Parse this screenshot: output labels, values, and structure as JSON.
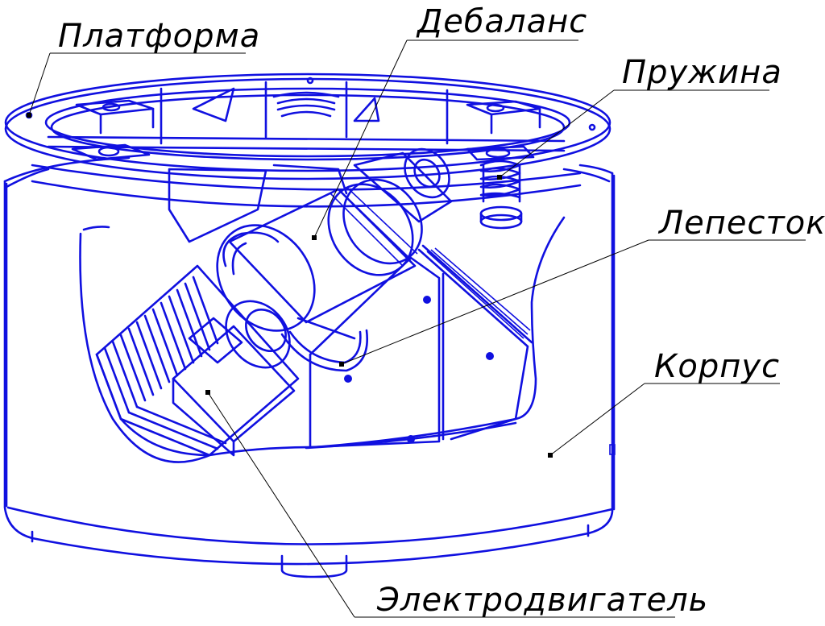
{
  "labels": {
    "platform": "Платформа",
    "unbalance": "Дебаланс",
    "spring": "Пружина",
    "petal": "Лепесток",
    "housing": "Корпус",
    "motor": "Электродвигатель"
  },
  "colors": {
    "drawing": "#1010e0",
    "text": "#000000",
    "background": "#ffffff"
  }
}
